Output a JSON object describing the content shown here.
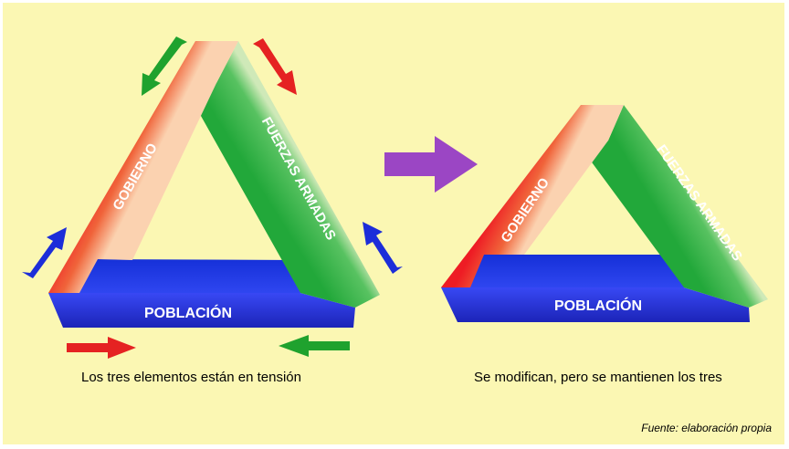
{
  "diagrams": [
    {
      "labels": {
        "government": "GOBIERNO",
        "armed_forces": "FUERZAS ARMADAS",
        "population": "POBLACIÓN"
      },
      "caption": "Los tres elementos están en tensión"
    },
    {
      "labels": {
        "government": "GOBIERNO",
        "armed_forces": "FUERZAS ARMADAS",
        "population": "POBLACIÓN"
      },
      "caption": "Se modifican, pero se mantienen los tres"
    }
  ],
  "source": "Fuente: elaboración propia",
  "colors": {
    "background": "#fbf7b3",
    "government": "#e8342c",
    "armed_forces": "#1ea33a",
    "population": "#2a2ee0",
    "transition_arrow": "#9b46c4"
  },
  "icons": [
    "arrow-right-icon",
    "arrow-left-icon",
    "arrow-up-icon",
    "arrow-down-icon",
    "transition-arrow-icon"
  ]
}
